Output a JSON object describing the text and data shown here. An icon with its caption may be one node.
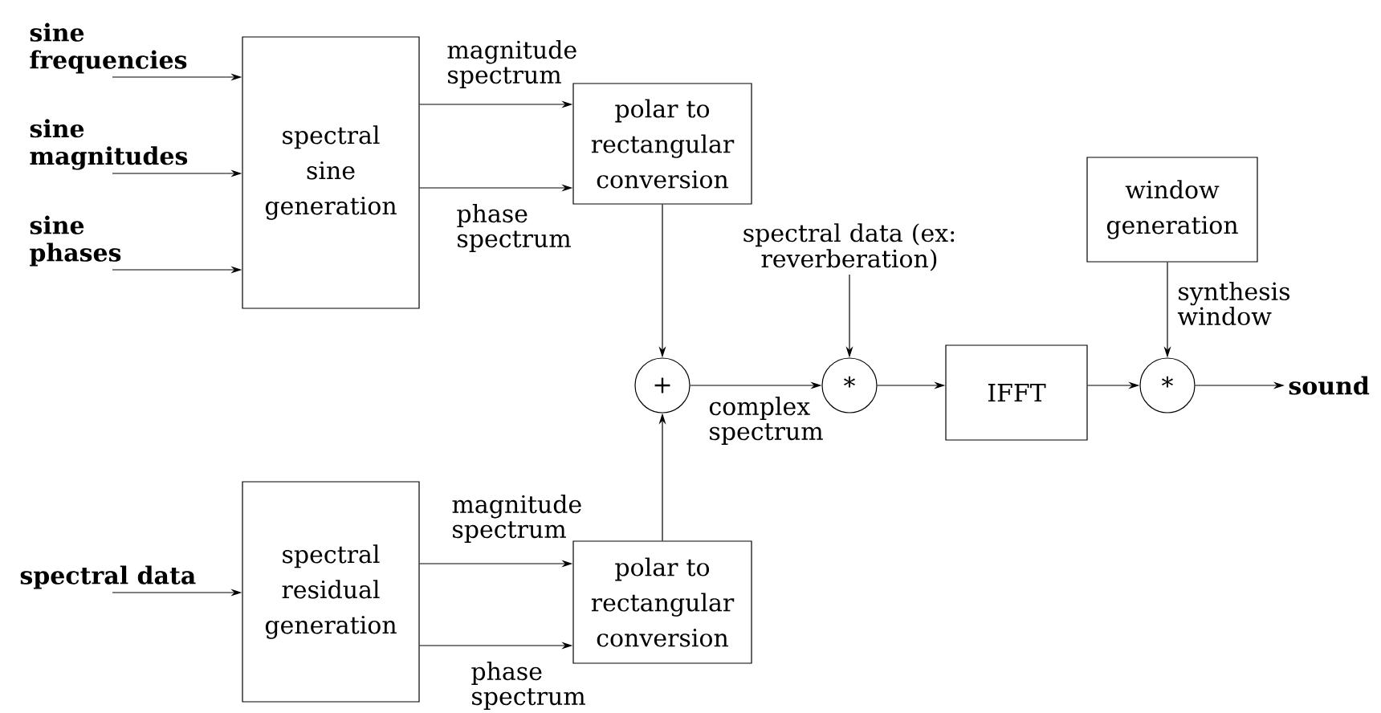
{
  "diagram": {
    "nodes": [
      {
        "text": [
          "sine frequencies"
        ]
      },
      {
        "text": [
          "sine magnitudes"
        ]
      },
      {
        "text": [
          "sine phases"
        ]
      },
      {
        "text": [
          "spectral sine generation"
        ]
      },
      {
        "text": [
          "polar to rectangular conversion"
        ]
      },
      {
        "text": [
          "window generation"
        ]
      },
      {
        "text": [
          "spectral data (ex: reverberation)"
        ]
      },
      {
        "text": [
          "+"
        ]
      },
      {
        "text": [
          "*"
        ]
      },
      {
        "text": [
          "IFFT"
        ]
      },
      {
        "text": [
          "*"
        ]
      },
      {
        "text": [
          "sound"
        ]
      },
      {
        "text": [
          "spectral data"
        ]
      },
      {
        "text": [
          "spectral residual generation"
        ]
      },
      {
        "text": [
          "polar to rectangular conversion"
        ]
      }
    ],
    "edges": [
      {
        "from": 0,
        "to": 3,
        "arrow": "to"
      },
      {
        "from": 1,
        "to": 3,
        "arrow": "to"
      },
      {
        "from": 2,
        "to": 3,
        "arrow": "to"
      },
      {
        "from": 3,
        "to": 4,
        "arrow": "to",
        "label": "magnitude spectrum"
      },
      {
        "from": 3,
        "to": 4,
        "arrow": "to",
        "label": "phase spectrum"
      },
      {
        "from": 4,
        "to": 7,
        "arrow": "to"
      },
      {
        "from": 14,
        "to": 7,
        "arrow": "to"
      },
      {
        "from": 7,
        "to": 8,
        "arrow": "to",
        "label": "complex spectrum"
      },
      {
        "from": 6,
        "to": 8,
        "arrow": "to"
      },
      {
        "from": 8,
        "to": 9,
        "arrow": "to"
      },
      {
        "from": 9,
        "to": 10,
        "arrow": "to"
      },
      {
        "from": 5,
        "to": 10,
        "arrow": "to",
        "label": "synthesis window"
      },
      {
        "from": 10,
        "to": 11,
        "arrow": "to"
      },
      {
        "from": 12,
        "to": 13,
        "arrow": "to"
      },
      {
        "from": 13,
        "to": 14,
        "arrow": "to",
        "label": "magnitude spectrum"
      },
      {
        "from": 13,
        "to": 14,
        "arrow": "to",
        "label": "phase spectrum"
      }
    ]
  }
}
